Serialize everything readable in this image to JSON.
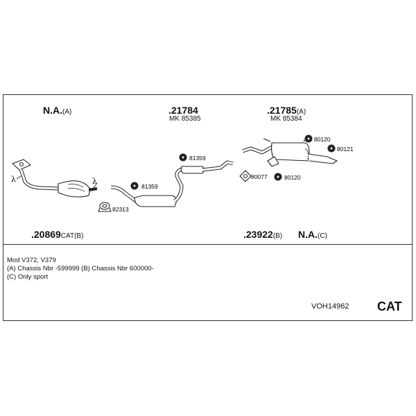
{
  "labels": {
    "top": [
      {
        "id": "na_a",
        "main": "N.A.",
        "suffix": "(A)"
      },
      {
        "id": "p21784",
        "main": ".21784",
        "suffix": ""
      },
      {
        "id": "p21785",
        "main": ".21785",
        "suffix": "(A)"
      }
    ],
    "mk": [
      {
        "id": "mk85385",
        "text": "MK  85385"
      },
      {
        "id": "mk85384",
        "text": "MK  85384"
      }
    ],
    "bottom": [
      {
        "id": "p20869",
        "main": ".20869",
        "suffix": "CAT(B)"
      },
      {
        "id": "p23922",
        "main": ".23922",
        "suffix": "(B)"
      },
      {
        "id": "na_c",
        "main": "N.A.",
        "suffix": "(C)"
      }
    ]
  },
  "parts": {
    "p81359a": "81359",
    "p81359b": "81359",
    "p82313": "82313",
    "p80077": "80077",
    "p80120a": "80120",
    "p80120b": "80120",
    "p80121": "80121"
  },
  "lambda_symbol": "λ",
  "notes": [
    "Mod V372, V379",
    "(A) Chassis Nbr -599999 (B) Chassis Nbr 600000-",
    "(C) Only sport"
  ],
  "footer": {
    "code": "VOH14962",
    "cat": "CAT"
  }
}
